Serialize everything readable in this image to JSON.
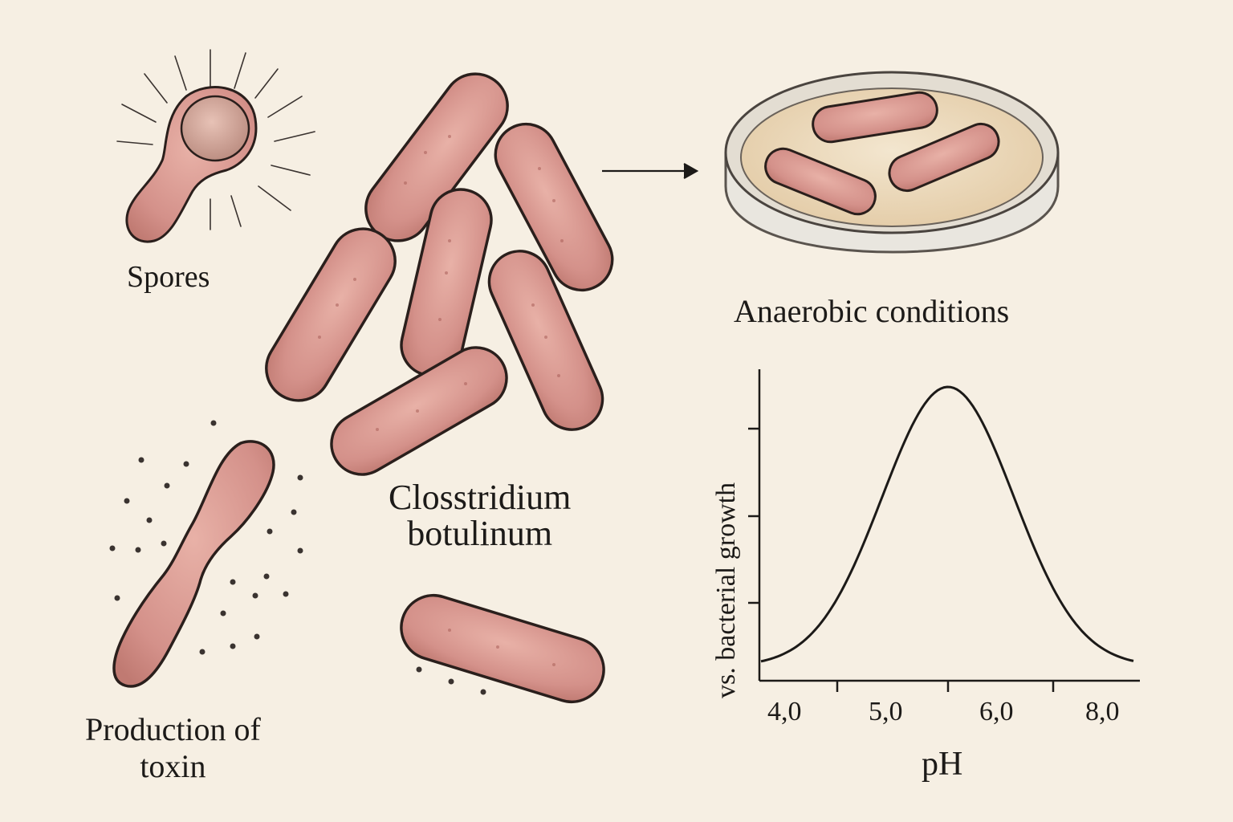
{
  "labels": {
    "spores": "Spores",
    "anaerobic": "Anaerobic conditions",
    "organism_line1": "Closstridium",
    "organism_line2": "botulinum",
    "toxin_line1": "Production of",
    "toxin_line2": "toxin"
  },
  "colors": {
    "background": "#f6efe3",
    "bacterium_fill": "#d99a90",
    "bacterium_outline": "#2a1f1c",
    "ink": "#1c1a18",
    "agar": "#ecd9bd"
  },
  "chart_data": {
    "type": "line",
    "ylabel": "vs. bacterial growth",
    "xlabel": "pH",
    "x_tick_labels": [
      "4,0",
      "5,0",
      "6,0",
      "8,0"
    ],
    "curve": "bell",
    "peak_x_label_position": "between 5,0 and 6,0",
    "y_ticks": 3,
    "grid": false
  }
}
